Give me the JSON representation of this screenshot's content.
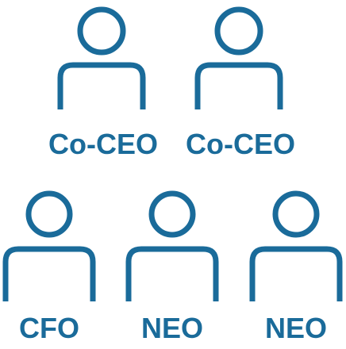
{
  "colors": {
    "icon": "#1a6b9a",
    "label": "#1a6b9a",
    "background": "#ffffff"
  },
  "people": [
    {
      "role": "Co-CEO",
      "icon": "person-icon"
    },
    {
      "role": "Co-CEO",
      "icon": "person-icon"
    },
    {
      "role": "CFO",
      "icon": "person-icon"
    },
    {
      "role": "NEO",
      "icon": "person-icon"
    },
    {
      "role": "NEO",
      "icon": "person-icon"
    }
  ]
}
